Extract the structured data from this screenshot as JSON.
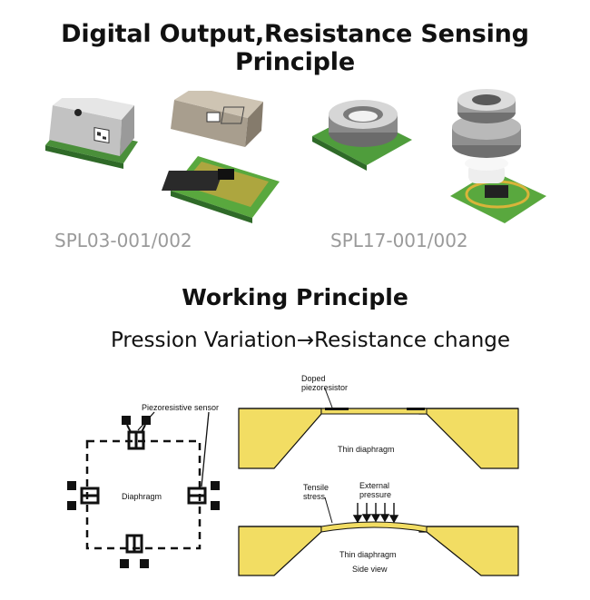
{
  "header": {
    "title": "Digital Output,Resistance Sensing Principle"
  },
  "products": [
    {
      "model": "SPL03-001/002"
    },
    {
      "model": "SPL17-001/002"
    }
  ],
  "working": {
    "title": "Working Principle",
    "principle": "Pression Variation→Resistance change"
  },
  "top_view": {
    "sensor_label": "Piezoresistive sensor",
    "diaphragm_label": "Diaphragm"
  },
  "cross_section_top": {
    "resistor_label_1": "Doped",
    "resistor_label_2": "piezoresistor",
    "diaphragm_label": "Thin diaphragm"
  },
  "cross_section_bottom": {
    "stress_label_1": "Tensile",
    "stress_label_2": "stress",
    "pressure_label_1": "External",
    "pressure_label_2": "pressure",
    "diaphragm_label": "Thin diaphragm",
    "view_label": "Side view"
  },
  "colors": {
    "silicon": "#f2dd63",
    "pcb": "#3f9f3b",
    "gold": "#c9a640",
    "caption": "#9a9a9a"
  }
}
